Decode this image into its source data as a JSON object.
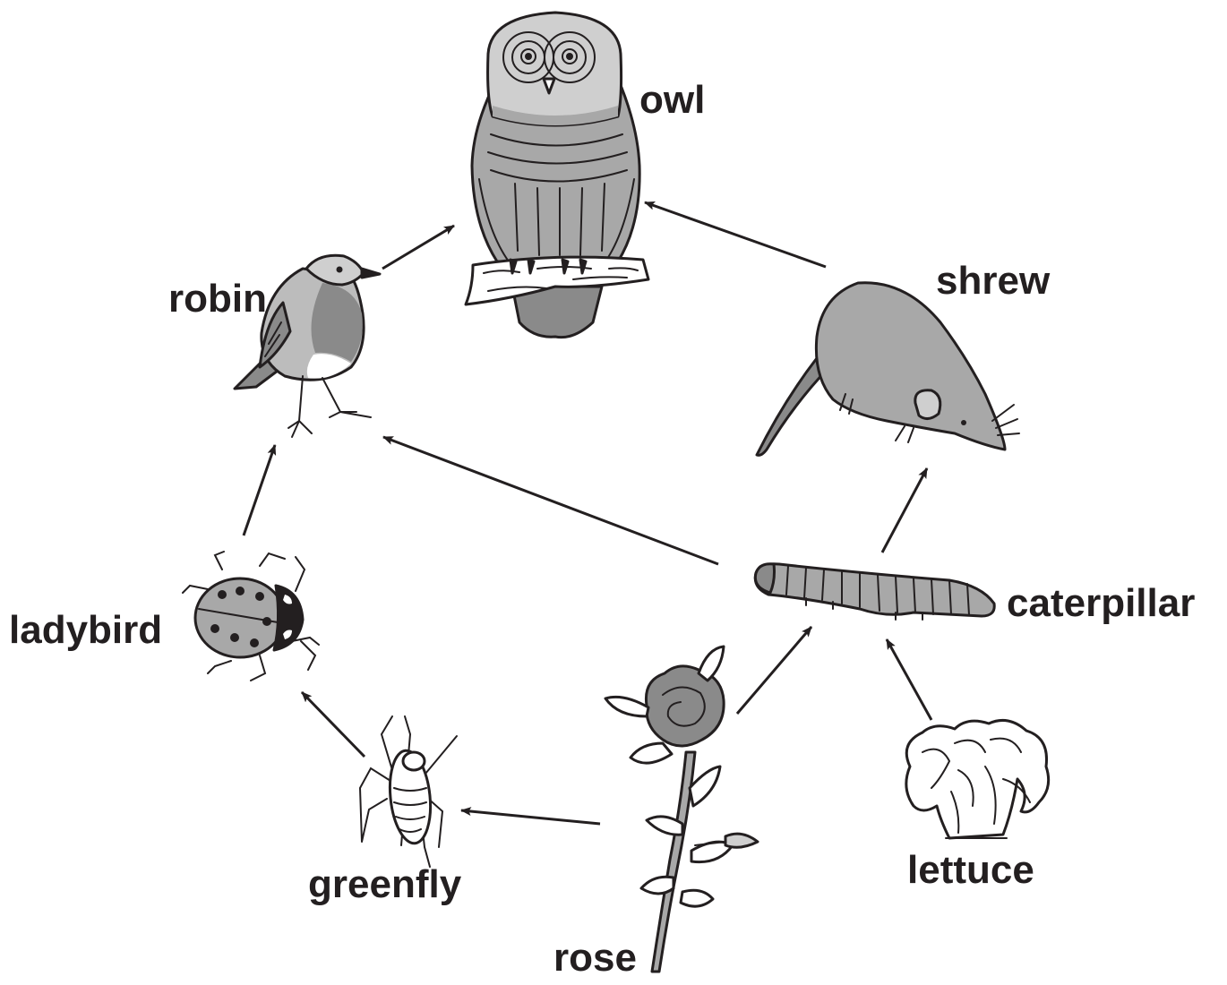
{
  "organisms": {
    "owl": "owl",
    "robin": "robin",
    "shrew": "shrew",
    "ladybird": "ladybird",
    "caterpillar": "caterpillar",
    "greenfly": "greenfly",
    "rose": "rose",
    "lettuce": "lettuce"
  },
  "feeding_links": [
    {
      "from": "robin",
      "to": "owl"
    },
    {
      "from": "shrew",
      "to": "owl"
    },
    {
      "from": "ladybird",
      "to": "robin"
    },
    {
      "from": "caterpillar",
      "to": "robin"
    },
    {
      "from": "caterpillar",
      "to": "shrew"
    },
    {
      "from": "greenfly",
      "to": "ladybird"
    },
    {
      "from": "rose",
      "to": "greenfly"
    },
    {
      "from": "rose",
      "to": "caterpillar"
    },
    {
      "from": "lettuce",
      "to": "caterpillar"
    }
  ],
  "colors": {
    "ink": "#231f20",
    "dark_grey": "#8a8a8a",
    "mid_grey": "#a8a8a8",
    "light_grey": "#cfcfcf",
    "background": "#ffffff"
  }
}
